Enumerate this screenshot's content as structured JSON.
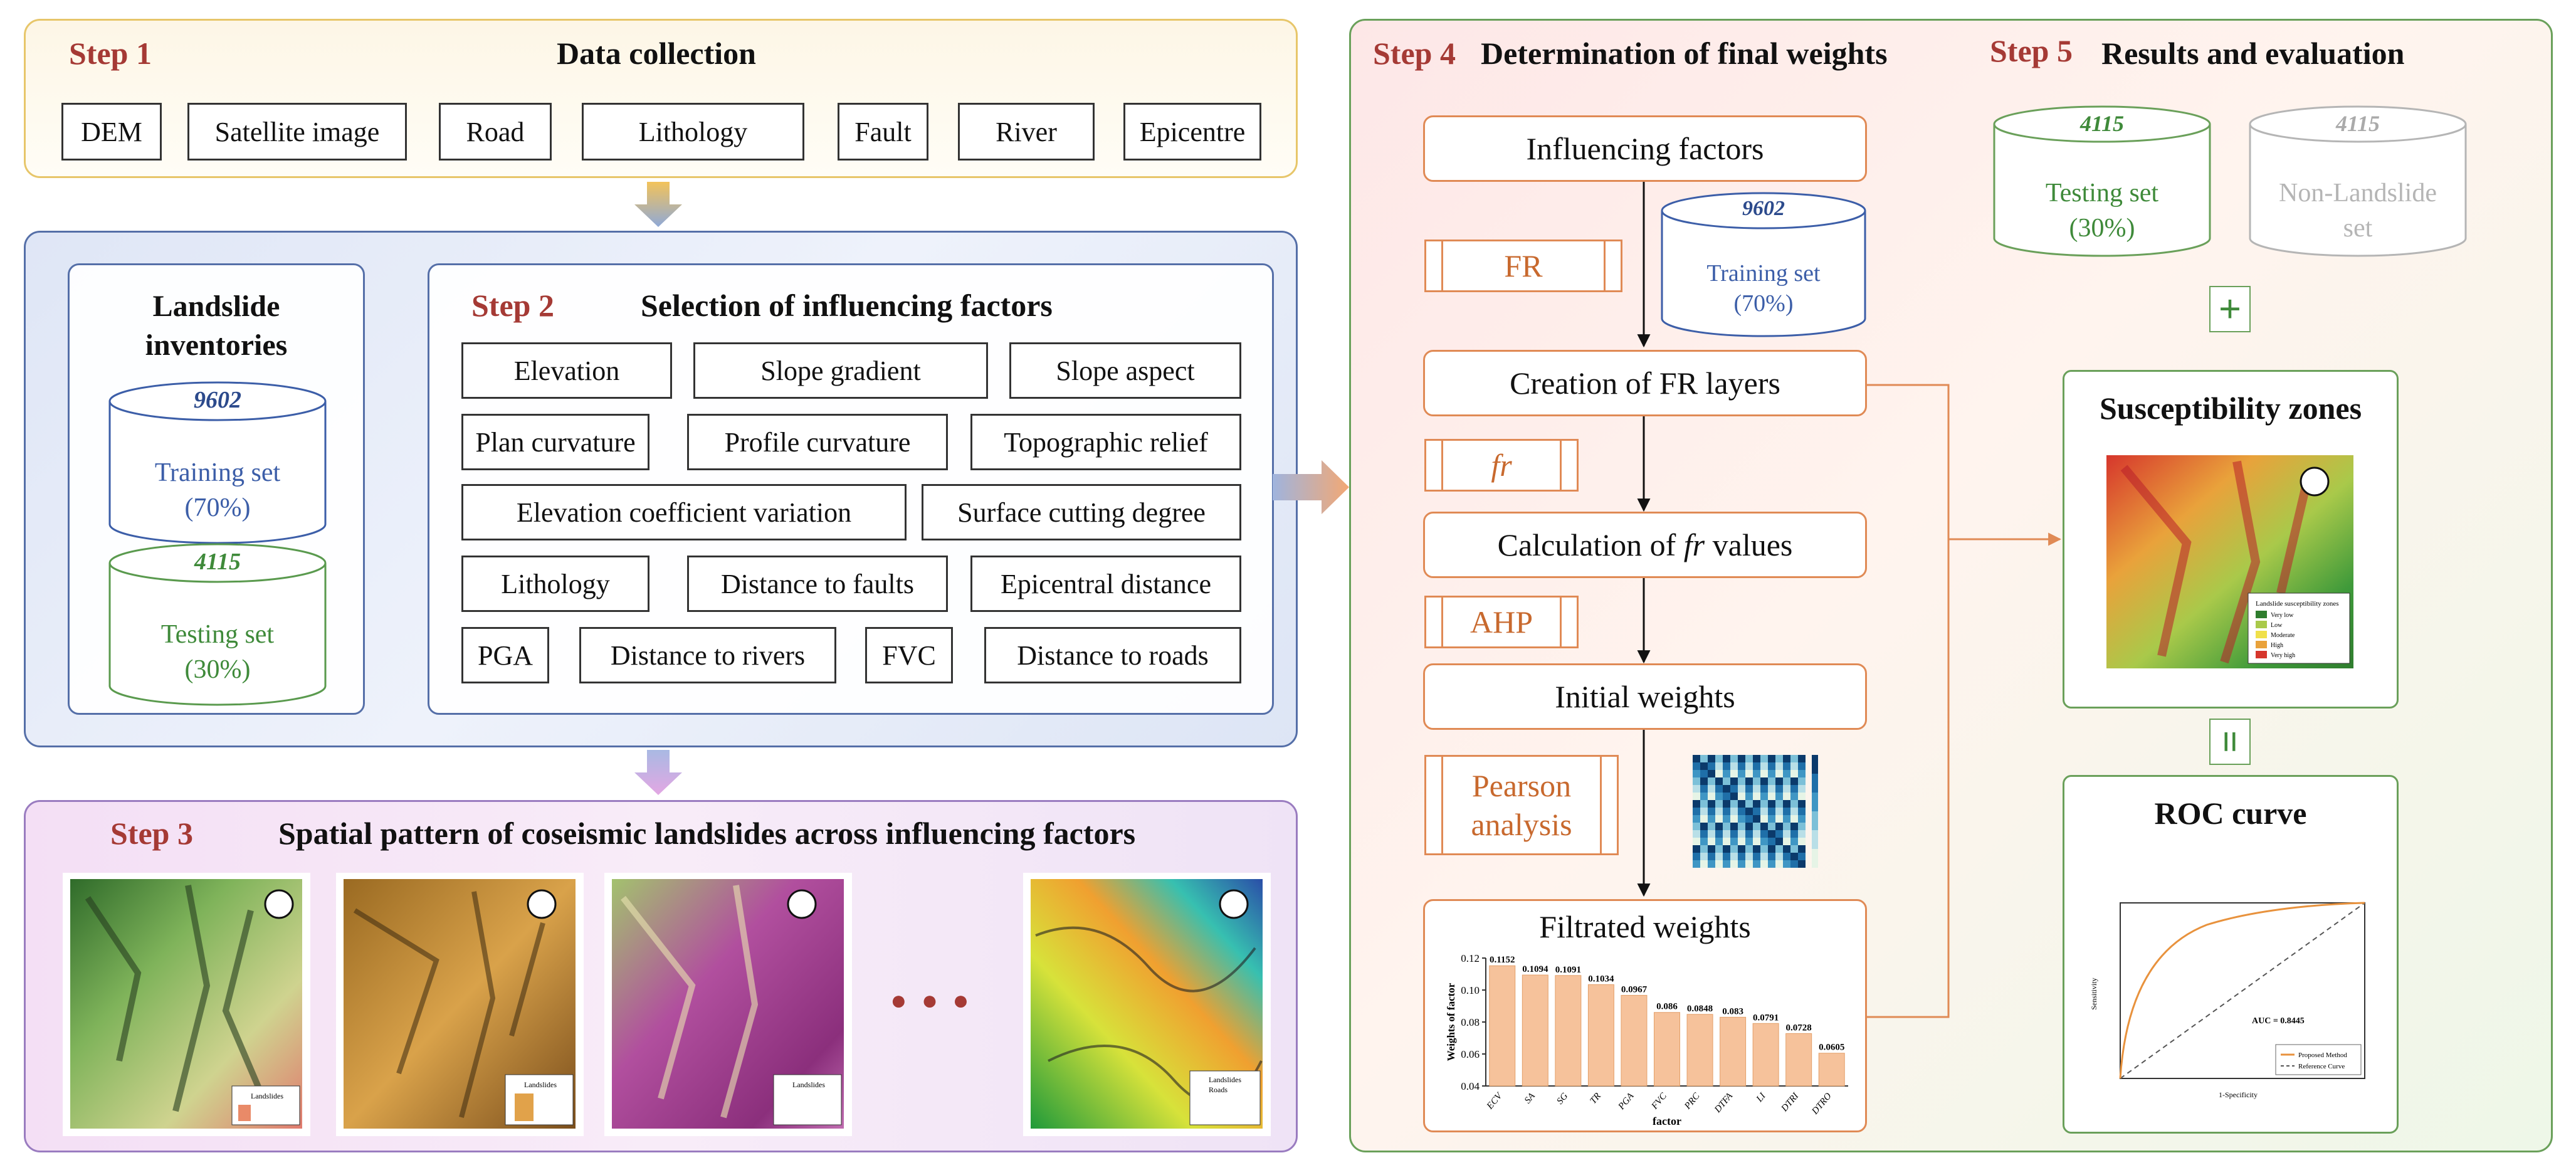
{
  "step1": {
    "label": "Step 1",
    "title": "Data collection",
    "items": [
      "DEM",
      "Satellite image",
      "Road",
      "Lithology",
      "Fault",
      "River",
      "Epicentre"
    ]
  },
  "inventory": {
    "title_line1": "Landslide",
    "title_line2": "inventories",
    "training": {
      "count": "9602",
      "label": "Training set\n(70%)"
    },
    "testing": {
      "count": "4115",
      "label": "Testing set\n(30%)"
    }
  },
  "step2": {
    "label": "Step 2",
    "title": "Selection of influencing factors",
    "factors": [
      "Elevation",
      "Slope gradient",
      "Slope aspect",
      "Plan curvature",
      "Profile curvature",
      "Topographic relief",
      "Elevation coefficient variation",
      "Surface cutting degree",
      "Lithology",
      "Distance to faults",
      "Epicentral distance",
      "PGA",
      "Distance to rivers",
      "FVC",
      "Distance to roads"
    ]
  },
  "step3": {
    "label": "Step 3",
    "title": "Spatial pattern of coseismic landslides across influencing factors",
    "ellipsis": "● ● ●"
  },
  "step4": {
    "label": "Step 4",
    "title": "Determination of final weights",
    "influencing": "Influencing factors",
    "fr_tag": "FR",
    "training": {
      "count": "9602",
      "label": "Training set\n(70%)"
    },
    "creation": "Creation of FR layers",
    "fr_small_tag": "fr",
    "calc_prefix": "Calculation of ",
    "calc_italic": "fr",
    "calc_suffix": " values",
    "ahp_tag": "AHP",
    "initial": "Initial weights",
    "pearson_tag_line1": "Pearson",
    "pearson_tag_line2": "analysis",
    "filtrated": "Filtrated weights"
  },
  "chart_data": {
    "type": "bar",
    "categories": [
      "ECV",
      "SA",
      "SG",
      "TR",
      "PGA",
      "FVC",
      "PRC",
      "DTFA",
      "LI",
      "DTRI",
      "DTRO"
    ],
    "values": [
      0.1152,
      0.1094,
      0.1091,
      0.1034,
      0.0967,
      0.086,
      0.0848,
      0.083,
      0.0791,
      0.0728,
      0.0605
    ],
    "value_labels": [
      "0.1152",
      "0.1094",
      "0.1091",
      "0.1034",
      "0.0967",
      "0.086",
      "0.0848",
      "0.083",
      "0.0791",
      "0.0728",
      "0.0605"
    ],
    "xlabel": "factor",
    "ylabel": "Weights of factor",
    "ylim": [
      0.04,
      0.12
    ],
    "yticks": [
      "0.04",
      "0.06",
      "0.08",
      "0.10",
      "0.12"
    ],
    "bar_color": "#f6c29b"
  },
  "step5": {
    "label": "Step 5",
    "title": "Results and evaluation",
    "testing": {
      "count": "4115",
      "label": "Testing set\n(30%)"
    },
    "nonlandslide": {
      "count": "4115",
      "label": "Non-Landslide\nset"
    },
    "plus": "+",
    "equals": "=",
    "susceptibility_title": "Susceptibility zones",
    "roc_title": "ROC curve"
  },
  "roc": {
    "auc_label": "AUC = 0.8445",
    "xlabel": "1-Specificity",
    "ylabel": "Sensitivity",
    "legend": [
      "Proposed Method",
      "Reference Curve"
    ]
  },
  "map_labels": {
    "landslides": "Landslides",
    "roads": "Roads",
    "susceptibility_legend": "Landslide susceptibility zones",
    "levels": [
      "Very low",
      "Low",
      "Moderate",
      "High",
      "Very high"
    ]
  },
  "colors": {
    "step_red": "#a53a35",
    "orange_line": "#e08a55",
    "blue_text": "#3c5ea8",
    "green_text": "#3f8a3a",
    "gray_text": "#b5b5b5"
  }
}
